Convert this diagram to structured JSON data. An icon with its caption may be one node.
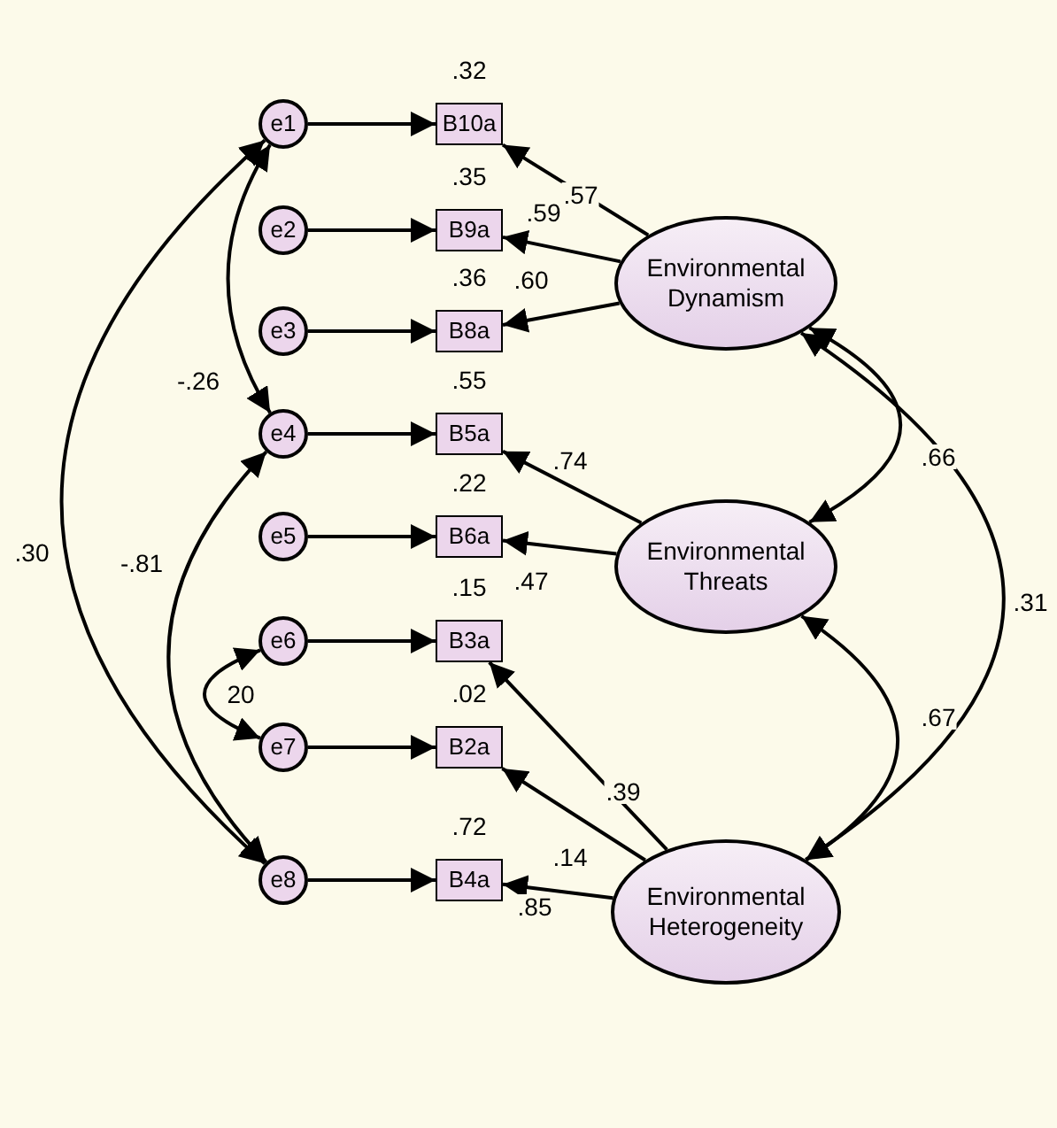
{
  "diagram": {
    "nodes": [
      {
        "text": [
          "e1"
        ]
      },
      {
        "text": [
          "e2"
        ]
      },
      {
        "text": [
          "e3"
        ]
      },
      {
        "text": [
          "e4"
        ]
      },
      {
        "text": [
          "e5"
        ]
      },
      {
        "text": [
          "e6"
        ]
      },
      {
        "text": [
          "e7"
        ]
      },
      {
        "text": [
          "e8"
        ]
      },
      {
        "text": [
          "B10a"
        ],
        "beside": [
          ".32"
        ]
      },
      {
        "text": [
          "B9a"
        ],
        "beside": [
          ".35"
        ]
      },
      {
        "text": [
          "B8a"
        ],
        "beside": [
          ".36"
        ]
      },
      {
        "text": [
          "B5a"
        ],
        "beside": [
          ".55"
        ]
      },
      {
        "text": [
          "B6a"
        ],
        "beside": [
          ".22"
        ]
      },
      {
        "text": [
          "B3a"
        ],
        "beside": [
          ".15"
        ]
      },
      {
        "text": [
          "B2a"
        ],
        "beside": [
          ".02"
        ]
      },
      {
        "text": [
          "B4a"
        ],
        "beside": [
          ".72"
        ]
      },
      {
        "text": [
          "Environmental Dynamism"
        ]
      },
      {
        "text": [
          "Environmental Threats"
        ]
      },
      {
        "text": [
          "Environmental Heterogeneity"
        ]
      }
    ],
    "edges": [
      {
        "from": 0,
        "to": 8,
        "arrow": "to"
      },
      {
        "from": 1,
        "to": 9,
        "arrow": "to"
      },
      {
        "from": 2,
        "to": 10,
        "arrow": "to"
      },
      {
        "from": 3,
        "to": 11,
        "arrow": "to"
      },
      {
        "from": 4,
        "to": 12,
        "arrow": "to"
      },
      {
        "from": 5,
        "to": 13,
        "arrow": "to"
      },
      {
        "from": 6,
        "to": 14,
        "arrow": "to"
      },
      {
        "from": 7,
        "to": 15,
        "arrow": "to"
      },
      {
        "from": 16,
        "to": 8,
        "arrow": "to",
        "label": ".57"
      },
      {
        "from": 16,
        "to": 9,
        "arrow": "to",
        "label": ".59"
      },
      {
        "from": 16,
        "to": 10,
        "arrow": "to",
        "label": ".60"
      },
      {
        "from": 17,
        "to": 11,
        "arrow": "to",
        "label": ".74"
      },
      {
        "from": 17,
        "to": 12,
        "arrow": "to",
        "label": ".47"
      },
      {
        "from": 18,
        "to": 13,
        "arrow": "to",
        "label": ".39"
      },
      {
        "from": 18,
        "to": 14,
        "arrow": "to",
        "label": ".14"
      },
      {
        "from": 18,
        "to": 15,
        "arrow": "to",
        "label": ".85"
      },
      {
        "from": 0,
        "to": 3,
        "arrow": "both",
        "label": "-.26"
      },
      {
        "from": 0,
        "to": 7,
        "arrow": "both",
        "label": ".30"
      },
      {
        "from": 3,
        "to": 7,
        "arrow": "both",
        "label": "-.81"
      },
      {
        "from": 5,
        "to": 6,
        "arrow": "both",
        "label": "20"
      },
      {
        "from": 16,
        "to": 17,
        "arrow": "both",
        "label": ".66"
      },
      {
        "from": 17,
        "to": 18,
        "arrow": "both",
        "label": ".67"
      },
      {
        "from": 16,
        "to": 18,
        "arrow": "both",
        "label": ".31"
      }
    ]
  }
}
